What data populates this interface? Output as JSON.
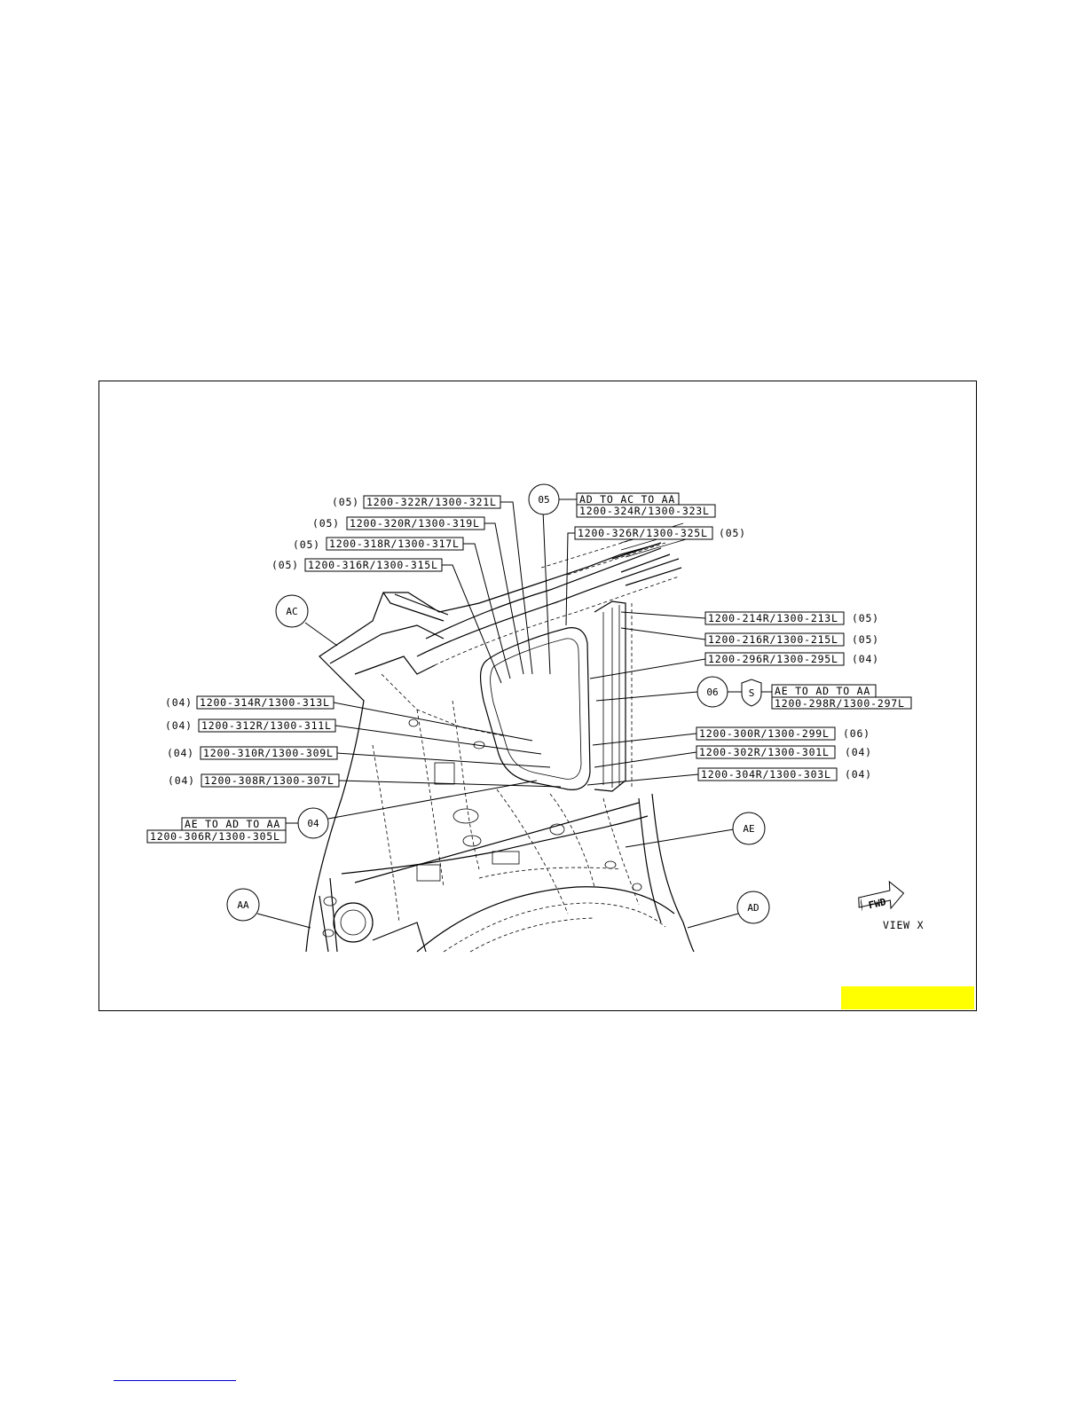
{
  "callouts": [
    {
      "part": "1200-322R/1300-321L",
      "qty": "(05)"
    },
    {
      "part": "1200-320R/1300-319L",
      "qty": "(05)"
    },
    {
      "part": "1200-318R/1300-317L",
      "qty": "(05)"
    },
    {
      "part": "1200-316R/1300-315L",
      "qty": "(05)"
    },
    {
      "part": "1200-326R/1300-325L",
      "qty": "(05)"
    },
    {
      "part": "1200-214R/1300-213L",
      "qty": "(05)"
    },
    {
      "part": "1200-216R/1300-215L",
      "qty": "(05)"
    },
    {
      "part": "1200-296R/1300-295L",
      "qty": "(04)"
    },
    {
      "part": "1200-314R/1300-313L",
      "qty": "(04)"
    },
    {
      "part": "1200-312R/1300-311L",
      "qty": "(04)"
    },
    {
      "part": "1200-310R/1300-309L",
      "qty": "(04)"
    },
    {
      "part": "1200-308R/1300-307L",
      "qty": "(04)"
    },
    {
      "part": "1200-300R/1300-299L",
      "qty": "(06)"
    },
    {
      "part": "1200-302R/1300-301L",
      "qty": "(04)"
    },
    {
      "part": "1200-304R/1300-303L",
      "qty": "(04)"
    }
  ],
  "groups": {
    "g05": {
      "circle": "05",
      "seq": "AD TO AC TO AA",
      "part": "1200-324R/1300-323L"
    },
    "g06": {
      "circle": "06",
      "symbol": "S",
      "seq": "AE TO AD TO AA",
      "part": "1200-298R/1300-297L"
    },
    "g04": {
      "circle": "04",
      "seq": "AE TO AD TO AA",
      "part": "1200-306R/1300-305L"
    }
  },
  "panels": {
    "ac": "AC",
    "ae": "AE",
    "aa": "AA",
    "ad": "AD"
  },
  "fwd": {
    "label": "FWD",
    "view": "VIEW X"
  },
  "colors": {
    "highlight": "#ffff00",
    "ink": "#000000",
    "link": "#0000cc"
  }
}
